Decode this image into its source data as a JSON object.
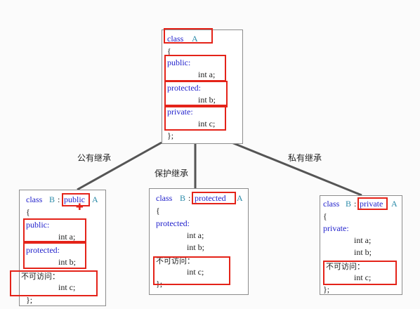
{
  "colors": {
    "keyword": "#2222cc",
    "type_name": "#2a8aa8",
    "inaccessible": "#d84030",
    "highlight": "#e42319",
    "line": "#555555"
  },
  "base": {
    "class_kw": "class",
    "name": "A",
    "open": "{",
    "public_kw": "public:",
    "public_member": "int a;",
    "protected_kw": "protected:",
    "protected_member": "int b;",
    "private_kw": "private:",
    "private_member": "int c;",
    "close": "};"
  },
  "edges": {
    "public_label": "公有继承",
    "protected_label": "保护继承",
    "private_label": "私有继承"
  },
  "left": {
    "class_kw": "class",
    "name": "B",
    "colon": ":",
    "access": "public",
    "base": "A",
    "open": "{",
    "public_kw": "public:",
    "public_member": "int a;",
    "protected_kw": "protected:",
    "protected_member": "int b;",
    "inaccessible_kw": "不可访问：",
    "inaccessible_member": "int c;",
    "close": "};"
  },
  "middle": {
    "class_kw": "class",
    "name": "B",
    "colon": ":",
    "access": "protected",
    "base": "A",
    "open": "{",
    "protected_kw": "protected:",
    "member_a": "int a;",
    "member_b": "int b;",
    "inaccessible_kw": "不可访问：",
    "inaccessible_member": "int c;",
    "close": "};"
  },
  "right": {
    "class_kw": "class",
    "name": "B",
    "colon": ":",
    "access": "private",
    "base": "A",
    "open": "{",
    "private_kw": "private:",
    "member_a": "int a;",
    "member_b": "int b;",
    "inaccessible_kw": "不可访问：",
    "inaccessible_member": "int c;",
    "close": "};"
  }
}
